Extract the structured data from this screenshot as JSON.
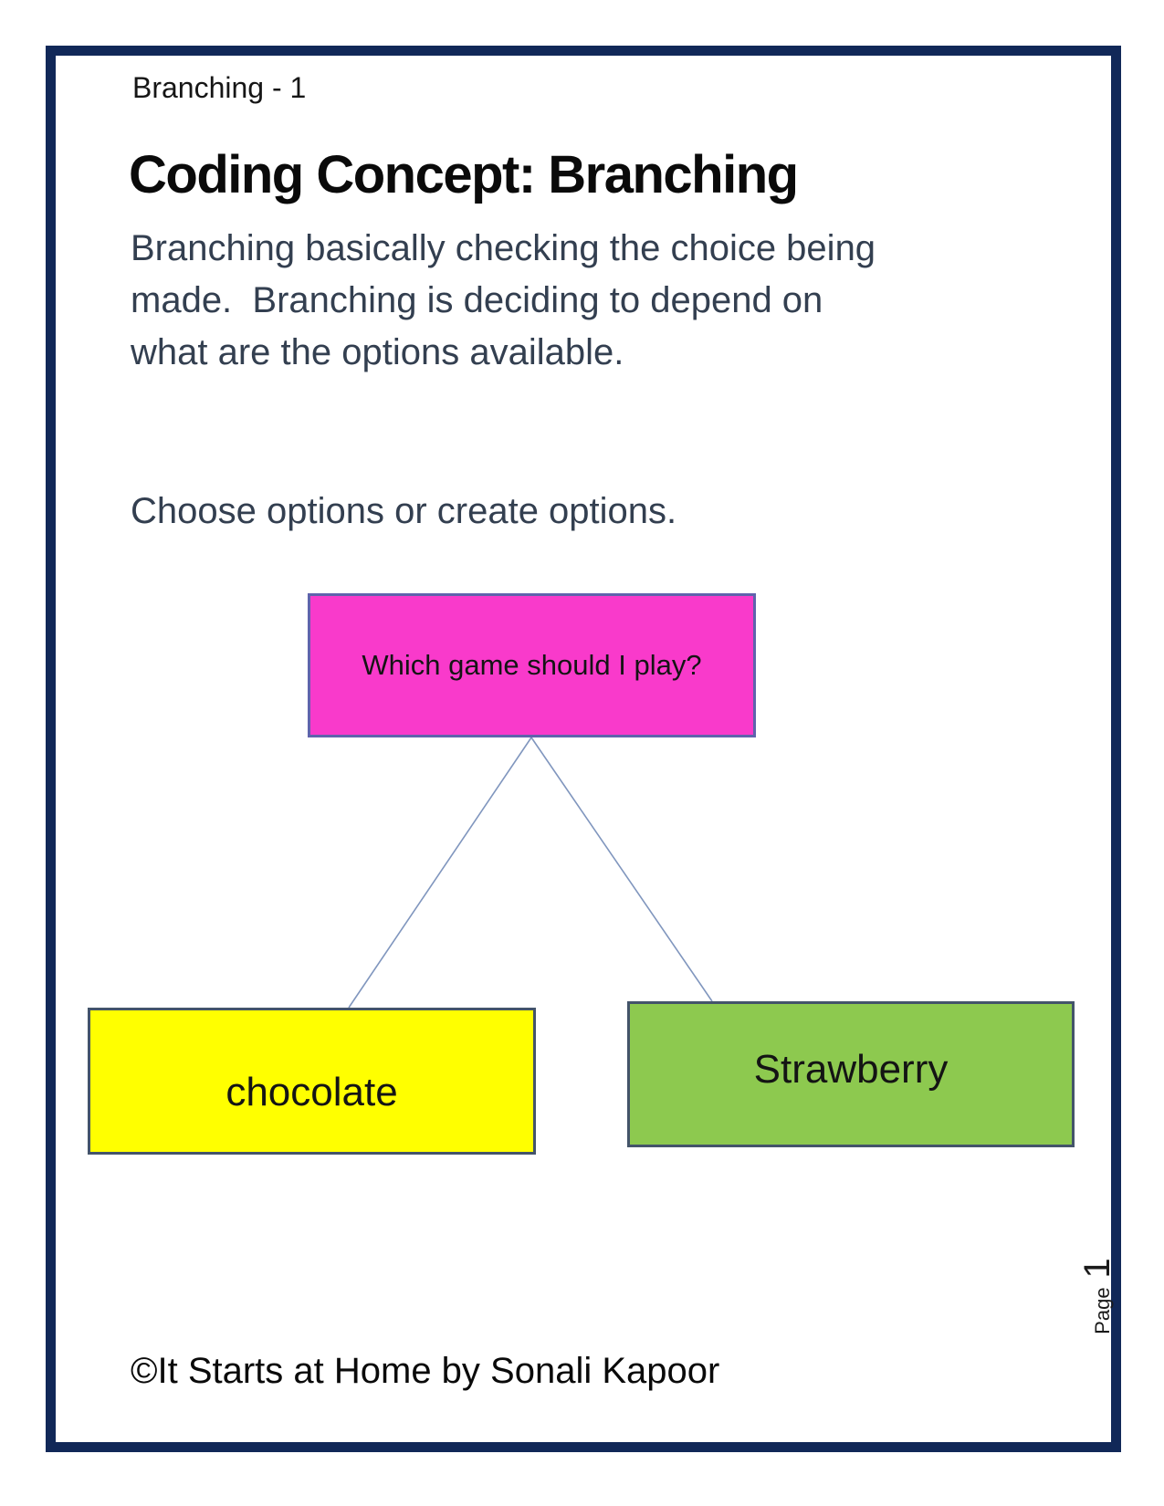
{
  "page": {
    "header": "Branching - 1",
    "title": "Coding Concept: Branching",
    "paragraph_lines": [
      "Branching basically checking the choice being",
      "made.  Branching is deciding to depend on",
      "what are the options available."
    ],
    "prompt": "Choose options or create options.",
    "footer": "©It Starts at Home by Sonali Kapoor",
    "page_label": "Page",
    "page_number": "1"
  },
  "diagram": {
    "root": {
      "label": "Which game should I play?",
      "fill": "#F93ACB",
      "border": "#5F63AC"
    },
    "options": [
      {
        "label": "chocolate",
        "fill": "#FFFF00",
        "border": "#44546A"
      },
      {
        "label": "Strawberry",
        "fill": "#8DC94F",
        "border": "#44546A"
      }
    ],
    "connector_color": "#8096BE"
  },
  "colors": {
    "page_border": "#112858",
    "body_text": "#333F50",
    "heading_text": "#0a0a0a"
  }
}
